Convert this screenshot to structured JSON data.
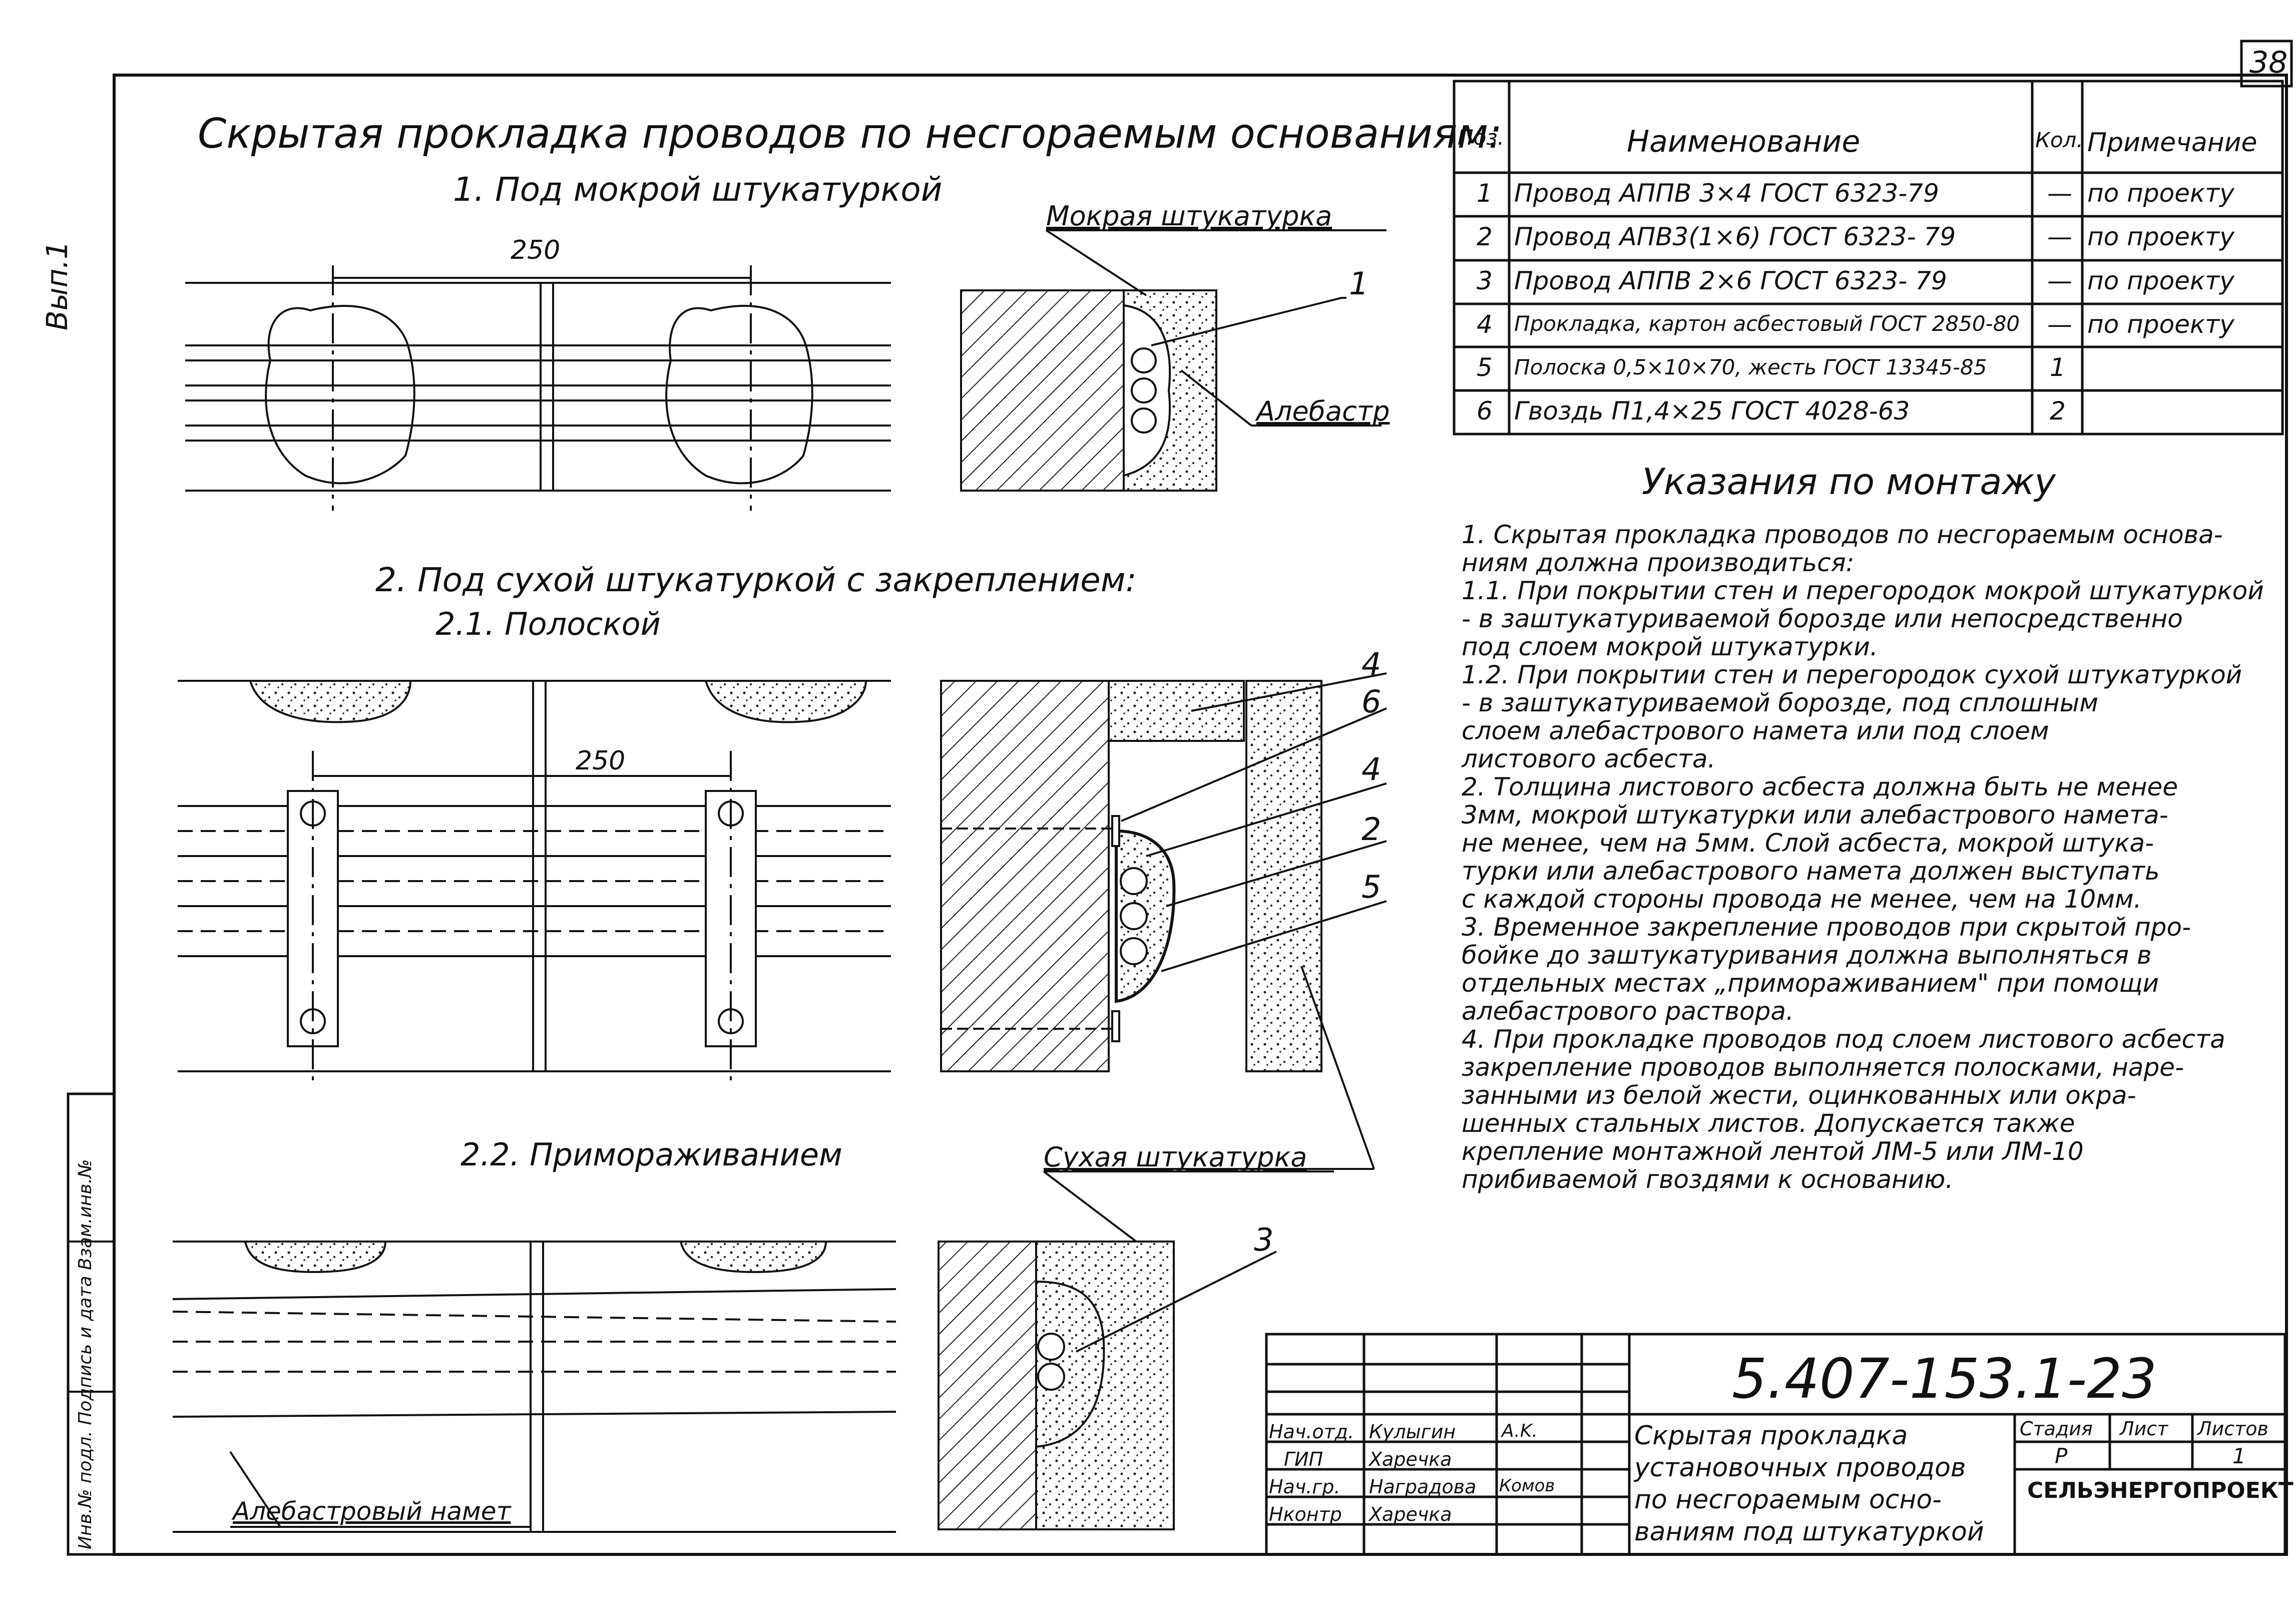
{
  "sheet_number": "38",
  "issue_mark": "Вып.1",
  "main_title": "Скрытая прокладка проводов по несгораемым основаниям:",
  "sections": {
    "s1": "1. Под мокрой штукатуркой",
    "s2": "2. Под сухой штукатуркой с закреплением:",
    "s21": "2.1.   Полоской",
    "s22": "2.2. Приморaживанием"
  },
  "dimensions": {
    "d1": "250",
    "d2": "250"
  },
  "labels": {
    "wet_plaster": "Мокрая штукатурка",
    "alabaster": "Алебастр",
    "dry_plaster": "Сухая штукатурка",
    "alabaster_cover": "Алебастровый намет"
  },
  "callouts": [
    "1",
    "4",
    "6",
    "4",
    "2",
    "5",
    "3"
  ],
  "spec_table": {
    "headers": {
      "pos": "Поз.",
      "name": "Наименование",
      "qty": "Кол.",
      "note": "Примечание"
    },
    "rows": [
      {
        "pos": "1",
        "name": "Провод АППВ 3×4 ГОСТ 6323-79",
        "qty": "—",
        "note": "по проекту"
      },
      {
        "pos": "2",
        "name": "Провод АПВ3(1×6) ГОСТ 6323- 79",
        "qty": "—",
        "note": "по проекту"
      },
      {
        "pos": "3",
        "name": "Провод АППВ 2×6 ГОСТ 6323- 79",
        "qty": "—",
        "note": "по проекту"
      },
      {
        "pos": "4",
        "name": "Прокладка, картон асбестовый ГОСТ 2850-80",
        "qty": "—",
        "note": "по проекту"
      },
      {
        "pos": "5",
        "name": "Полоска 0,5×10×70, жесть ГОСТ 13345-85",
        "qty": "1",
        "note": ""
      },
      {
        "pos": "6",
        "name": "Гвоздь П1,4×25 ГОСТ 4028-63",
        "qty": "2",
        "note": ""
      }
    ]
  },
  "instructions": {
    "title": "Указания по монтажу",
    "lines": [
      "1. Скрытая прокладка проводов по несгораемым основа-",
      "ниям должна производиться:",
      "1.1. При покрытии стен и перегородок мокрой штукатуркой",
      "- в заштукатуриваемой борозде или непосредственно",
      "под слоем мокрой штукатурки.",
      "1.2. При покрытии стен и перегородок сухой штукатуркой",
      "- в заштукатуриваемой борозде, под сплошным",
      "слоем алебастрового намета или под слоем",
      "листового асбеста.",
      "2. Толщина листового асбеста должна быть не менее",
      "3мм, мокрой штукатурки или алебастрового намета-",
      "не менее, чем на 5мм. Слой асбеста, мокрой штука-",
      "турки или алебастрового намета должен выступать",
      "с каждой стороны провода не менее, чем на 10мм.",
      "3. Временное закрепление проводов при скрытой про-",
      "бойке до заштукатуривания должна выполняться в",
      "отдельных местах „приморaживанием\" при помощи",
      "алебастрового раствора.",
      "4. При прокладке проводов под слоем листового асбеста",
      "закрепление проводов выполняется полосками, наре-",
      "занными из белой жести, оцинкованных или окра-",
      "шенных стальных листов. Допускается также",
      "крепление монтажной лентой ЛМ-5 или ЛМ-10",
      "прибиваемой гвоздями к основанию."
    ]
  },
  "title_block": {
    "doc_code": "5.407-153.1-23",
    "description": [
      "Скрытая прокладка",
      "установочных проводов",
      "по несгораемым осно-",
      "ваниям под штукатуркой"
    ],
    "stage_label": "Стадия",
    "sheet_label": "Лист",
    "sheets_label": "Листов",
    "stage": "Р",
    "sheets": "1",
    "organization": "СЕЛЬЭНЕРГОПРОЕКТ",
    "roles": [
      {
        "role": "Нач.отд.",
        "name": "Кулыгин",
        "sign": "A.K."
      },
      {
        "role": "ГИП",
        "name": "Харечка",
        "sign": ""
      },
      {
        "role": "Нач.гр.",
        "name": "Наградова",
        "sign": "Комов"
      },
      {
        "role": "Нконтр",
        "name": "Харечка",
        "sign": ""
      }
    ]
  },
  "side_stamp": "Инв.№ подл.  Подпись и дата  Взам.инв.№"
}
